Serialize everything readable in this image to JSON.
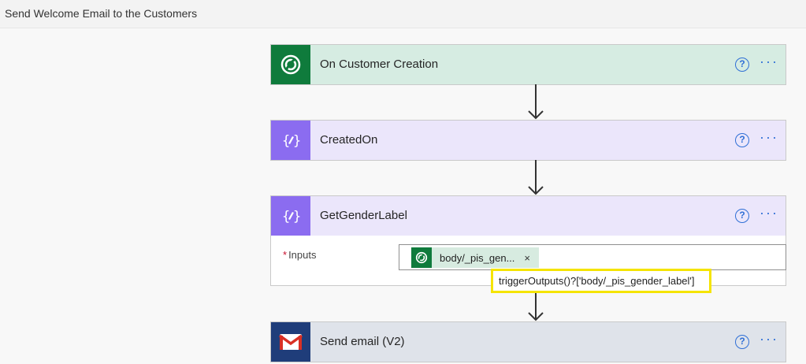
{
  "window": {
    "title": "Send Welcome Email to the Customers"
  },
  "steps": [
    {
      "title": "On Customer Creation",
      "icon": "dataverse-icon",
      "color": "#0f7b3c"
    },
    {
      "title": "CreatedOn",
      "icon": "compose-icon",
      "color": "#8b6cf0"
    },
    {
      "title": "GetGenderLabel",
      "icon": "compose-icon",
      "color": "#8b6cf0"
    },
    {
      "title": "Send email (V2)",
      "icon": "gmail-icon",
      "color": "#1f3d7a"
    }
  ],
  "help_label": "?",
  "more_label": "···",
  "compose": {
    "required_mark": "*",
    "inputs_label": "Inputs",
    "token_text": "body/_pis_gen...",
    "token_remove": "×"
  },
  "tooltip": {
    "text": "triggerOutputs()?['body/_pis_gender_label']"
  }
}
